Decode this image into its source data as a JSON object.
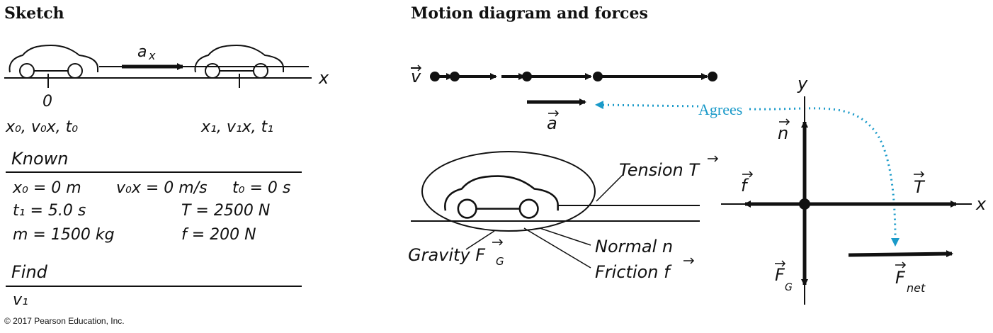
{
  "titles": {
    "sketch": "Sketch",
    "motion": "Motion diagram and forces"
  },
  "sketch": {
    "accel_label": "a",
    "accel_sub": "x",
    "axis_label": "x",
    "origin_label": "0",
    "pos0_label": "x₀, v₀x, t₀",
    "pos1_label": "x₁, v₁x, t₁"
  },
  "known": {
    "heading": "Known",
    "rows": [
      [
        "x₀ = 0 m",
        "v₀x = 0 m/s",
        "t₀ = 0 s"
      ],
      [
        "t₁ = 5.0 s",
        "T = 2500 N"
      ],
      [
        "m = 1500 kg",
        "f = 200 N"
      ]
    ]
  },
  "find": {
    "heading": "Find",
    "item": "v₁"
  },
  "motion": {
    "velocity_label": "v",
    "accel_label": "a",
    "agrees_label": "Agrees",
    "agree_color": "#1a9ac9"
  },
  "forces_labels": {
    "tension": "Tension T",
    "normal": "Normal n",
    "friction": "Friction f",
    "gravity": "Gravity F",
    "gravity_sub": "G"
  },
  "fbd": {
    "y_label": "y",
    "x_label": "x",
    "n_label": "n",
    "f_label": "f",
    "t_label": "T",
    "fg_label": "F",
    "fg_sub": "G",
    "fnet_label": "F",
    "fnet_sub": "net"
  },
  "copyright": "© 2017 Pearson Education, Inc."
}
